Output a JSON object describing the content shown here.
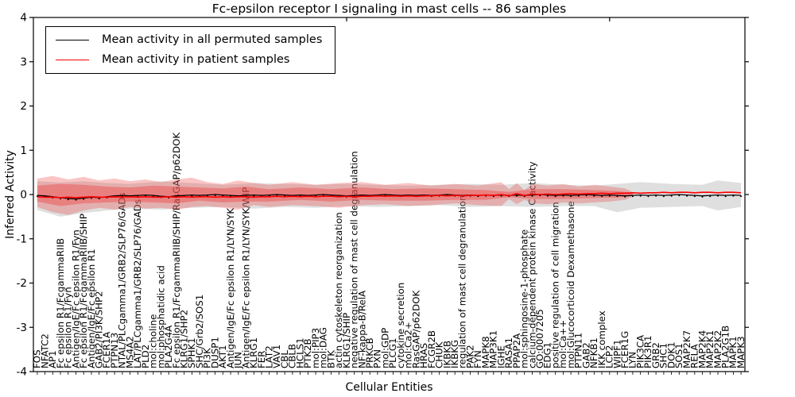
{
  "chart_data": {
    "type": "line",
    "title": "Fc-epsilon receptor I signaling in mast cells -- 86 samples",
    "xlabel": "Cellular Entities",
    "ylabel": "Inferred Activity",
    "ylim": [
      -4,
      4
    ],
    "yticks": [
      -4,
      -3,
      -2,
      -1,
      0,
      1,
      2,
      3,
      4
    ],
    "grid": false,
    "legend_position": "upper left",
    "legend": [
      {
        "label": "Mean activity in all permuted samples",
        "color": "#000000"
      },
      {
        "label": "Mean activity in patient samples",
        "color": "#ff0000"
      }
    ],
    "categories": [
      "FOS",
      "NFATC2",
      "AP1",
      "Fc epsilon R1/FcgammaRIIB",
      "Fc epsilon R1/Fyn",
      "Antigen/IgE/Fc epsilon R1/Fyn",
      "Fc epsilon R1/FcgammaRIIB/SHIP",
      "Antigen/IgE/Fc epsilon R1",
      "GAB2/PI3K/SHP2",
      "FCER1A",
      "PTPN13",
      "NTAL/PLCgamma1/GRB2/SLP76/GADs",
      "MS4A2",
      "LAT/PLCgamma1/GRB2/SLP76/GADs",
      "PLD2",
      "mol:choline",
      "mol:phosphatidic acid",
      "PLA2G4A",
      "Fc epsilon R1/FcgammaRIIB/SHIP/RasGAP/p62DOK",
      "KLRG1/SHP2",
      "SPHK1",
      "SHC/Grb2/SOS1",
      "PI3K",
      "DUSP1",
      "AKT1",
      "Antigen/IgE/Fc epsilon R1/LYN/SYK",
      "JUN",
      "Antigen/IgE/Fc epsilon R1/LYN/SYK/WIP",
      "KLRG1",
      "FER",
      "LAT2",
      "VAV1",
      "CBL",
      "CBLB",
      "HCLS1",
      "PTK2B",
      "mol:PIP3",
      "mol:DAG",
      "BTK",
      "actin cytoskeleton reorganization",
      "KLRG1/SHIP",
      "negative regulation of mast cell degranulation",
      "NF-kappa-B/RelA",
      "PRKCB",
      "PXN",
      "mol:GDP",
      "PLCG1",
      "cytokine secretion",
      "mol:Ca2+",
      "RasGAP/p62DOK",
      "HRAS",
      "FCGR2B",
      "CHUK",
      "IKBKB",
      "IKBKG",
      "regulation of mast cell degranulation",
      "PAK2",
      "FYN",
      "MAPK8",
      "MAP3K1",
      "IGHE",
      "RASA1",
      "PPAP2A",
      "mol:sphingosine-1-phosphate",
      "calcium-dependent protein kinase C activity",
      "GO:0007205",
      "EDG1",
      "positive regulation of cell migration",
      "mol:Ca++",
      "mol:Glucocorticoid Dexamethasone",
      "PTPN11",
      "GAB2",
      "NFKB1",
      "IKK complex",
      "LCP2",
      "WIPF1",
      "FCER1G",
      "LYN",
      "PIK3CA",
      "PIK3R1",
      "GRB2",
      "SHC1",
      "DOK1",
      "SOS1",
      "MAP2K7",
      "RELA",
      "MAP2K4",
      "MAP2K1",
      "MAP2K2",
      "PLA2G1B",
      "MAPK1",
      "MAPK3"
    ],
    "series": [
      {
        "name": "Mean activity in all permuted samples",
        "color": "#000000",
        "marker": "dot",
        "values": [
          -0.02,
          -0.03,
          -0.05,
          -0.07,
          -0.09,
          -0.1,
          -0.08,
          -0.06,
          -0.07,
          -0.05,
          -0.03,
          -0.02,
          -0.03,
          -0.02,
          -0.01,
          -0.02,
          -0.04,
          -0.05,
          -0.03,
          -0.02,
          -0.01,
          -0.02,
          -0.01,
          0.0,
          -0.01,
          -0.02,
          -0.03,
          -0.02,
          -0.01,
          -0.02,
          -0.01,
          0.0,
          -0.01,
          -0.02,
          -0.01,
          -0.02,
          -0.01,
          0.0,
          -0.01,
          -0.02,
          -0.03,
          -0.02,
          -0.01,
          -0.02,
          -0.01,
          0.0,
          -0.01,
          -0.02,
          -0.01,
          -0.02,
          -0.01,
          -0.02,
          -0.01,
          0.0,
          -0.01,
          -0.02,
          -0.01,
          -0.02,
          -0.01,
          -0.02,
          -0.01,
          -0.02,
          -0.01,
          -0.02,
          -0.01,
          0.0,
          -0.01,
          -0.02,
          -0.01,
          -0.02,
          -0.01,
          0.0,
          -0.01,
          -0.02,
          -0.01,
          -0.02,
          -0.03,
          -0.02,
          -0.01,
          -0.02,
          -0.01,
          -0.02,
          -0.01,
          0.0,
          -0.01,
          -0.02,
          -0.03,
          -0.02,
          -0.01,
          -0.02,
          -0.01,
          -0.02
        ]
      },
      {
        "name": "Mean activity in patient samples",
        "color": "#ff0000",
        "marker": "none",
        "values": [
          -0.05,
          -0.06,
          -0.06,
          -0.07,
          -0.06,
          -0.07,
          -0.06,
          -0.05,
          -0.06,
          -0.06,
          -0.05,
          -0.06,
          -0.05,
          -0.06,
          -0.05,
          -0.06,
          -0.06,
          -0.05,
          -0.06,
          -0.05,
          -0.06,
          -0.05,
          -0.05,
          -0.06,
          -0.05,
          -0.06,
          -0.05,
          -0.05,
          -0.06,
          -0.05,
          -0.05,
          -0.04,
          -0.05,
          -0.04,
          -0.05,
          -0.04,
          -0.05,
          -0.04,
          -0.04,
          -0.05,
          -0.04,
          -0.05,
          -0.04,
          -0.04,
          -0.03,
          -0.04,
          -0.03,
          -0.04,
          -0.03,
          -0.04,
          -0.03,
          -0.03,
          -0.02,
          -0.03,
          -0.02,
          -0.03,
          -0.02,
          -0.02,
          -0.01,
          -0.02,
          0.0,
          -0.03,
          0.02,
          -0.02,
          0.01,
          0.0,
          0.01,
          0.0,
          0.01,
          0.02,
          0.01,
          0.02,
          0.02,
          0.03,
          0.02,
          0.03,
          0.03,
          0.04,
          0.03,
          0.04,
          0.04,
          0.05,
          0.04,
          0.05,
          0.05,
          0.04,
          0.05,
          0.05,
          0.04,
          0.05,
          0.05,
          0.04
        ]
      }
    ],
    "bands": [
      {
        "name": "permuted-samples-range",
        "color": "#9a9a9a",
        "opacity": 0.32,
        "points": [
          [
            0,
            0.3,
            -0.35
          ],
          [
            3,
            0.27,
            -0.5
          ],
          [
            6,
            0.3,
            -0.42
          ],
          [
            9,
            0.26,
            -0.36
          ],
          [
            12,
            0.24,
            -0.32
          ],
          [
            16,
            0.3,
            -0.34
          ],
          [
            20,
            0.26,
            -0.3
          ],
          [
            24,
            0.22,
            -0.28
          ],
          [
            28,
            0.26,
            -0.32
          ],
          [
            32,
            0.24,
            -0.28
          ],
          [
            36,
            0.22,
            -0.3
          ],
          [
            40,
            0.24,
            -0.26
          ],
          [
            44,
            0.22,
            -0.28
          ],
          [
            48,
            0.2,
            -0.26
          ],
          [
            52,
            0.22,
            -0.24
          ],
          [
            56,
            0.24,
            -0.28
          ],
          [
            60,
            0.22,
            -0.26
          ],
          [
            64,
            0.26,
            -0.28
          ],
          [
            68,
            0.22,
            -0.26
          ],
          [
            72,
            0.2,
            -0.26
          ],
          [
            75,
            0.24,
            -0.4
          ],
          [
            78,
            0.28,
            -0.3
          ],
          [
            82,
            0.24,
            -0.28
          ],
          [
            86,
            0.22,
            -0.26
          ],
          [
            88,
            0.32,
            -0.36
          ],
          [
            91,
            0.26,
            -0.28
          ]
        ]
      },
      {
        "name": "patient-samples-range-outer",
        "color": "#f04040",
        "opacity": 0.3,
        "points": [
          [
            0,
            0.36,
            -0.28
          ],
          [
            2,
            0.42,
            -0.4
          ],
          [
            4,
            0.34,
            -0.46
          ],
          [
            6,
            0.4,
            -0.36
          ],
          [
            8,
            0.32,
            -0.3
          ],
          [
            10,
            0.36,
            -0.34
          ],
          [
            12,
            0.3,
            -0.28
          ],
          [
            14,
            0.34,
            -0.32
          ],
          [
            16,
            0.28,
            -0.3
          ],
          [
            18,
            0.34,
            -0.34
          ],
          [
            20,
            0.38,
            -0.28
          ],
          [
            22,
            0.28,
            -0.26
          ],
          [
            24,
            0.24,
            -0.3
          ],
          [
            26,
            0.32,
            -0.34
          ],
          [
            28,
            0.26,
            -0.24
          ],
          [
            30,
            0.22,
            -0.28
          ],
          [
            33,
            0.28,
            -0.24
          ],
          [
            36,
            0.22,
            -0.26
          ],
          [
            39,
            0.26,
            -0.3
          ],
          [
            42,
            0.28,
            -0.24
          ],
          [
            45,
            0.22,
            -0.22
          ],
          [
            48,
            0.26,
            -0.26
          ],
          [
            51,
            0.2,
            -0.24
          ],
          [
            54,
            0.24,
            -0.2
          ],
          [
            57,
            0.2,
            -0.24
          ],
          [
            60,
            0.28,
            -0.26
          ],
          [
            61,
            0.12,
            -0.1
          ],
          [
            62,
            0.26,
            -0.22
          ],
          [
            63,
            0.1,
            -0.12
          ],
          [
            64,
            0.24,
            -0.2
          ],
          [
            66,
            0.2,
            -0.22
          ],
          [
            68,
            0.24,
            -0.18
          ],
          [
            70,
            0.18,
            -0.2
          ],
          [
            72,
            0.22,
            -0.18
          ],
          [
            74,
            0.18,
            -0.16
          ],
          [
            76,
            0.14,
            -0.12
          ],
          [
            77,
            0.06,
            -0.05
          ]
        ]
      },
      {
        "name": "patient-samples-range-inner",
        "color": "#f04040",
        "opacity": 0.42,
        "points": [
          [
            0,
            0.2,
            -0.16
          ],
          [
            3,
            0.24,
            -0.26
          ],
          [
            6,
            0.22,
            -0.2
          ],
          [
            9,
            0.18,
            -0.18
          ],
          [
            12,
            0.16,
            -0.16
          ],
          [
            15,
            0.2,
            -0.18
          ],
          [
            18,
            0.18,
            -0.2
          ],
          [
            21,
            0.16,
            -0.14
          ],
          [
            24,
            0.14,
            -0.18
          ],
          [
            27,
            0.18,
            -0.16
          ],
          [
            30,
            0.12,
            -0.16
          ],
          [
            34,
            0.16,
            -0.12
          ],
          [
            38,
            0.12,
            -0.16
          ],
          [
            42,
            0.16,
            -0.12
          ],
          [
            46,
            0.12,
            -0.14
          ],
          [
            50,
            0.14,
            -0.14
          ],
          [
            54,
            0.12,
            -0.12
          ],
          [
            58,
            0.1,
            -0.12
          ],
          [
            61,
            0.06,
            -0.06
          ],
          [
            64,
            0.12,
            -0.1
          ],
          [
            68,
            0.12,
            -0.1
          ],
          [
            72,
            0.1,
            -0.08
          ],
          [
            75,
            0.08,
            -0.07
          ],
          [
            77,
            0.04,
            -0.03
          ]
        ]
      }
    ]
  }
}
